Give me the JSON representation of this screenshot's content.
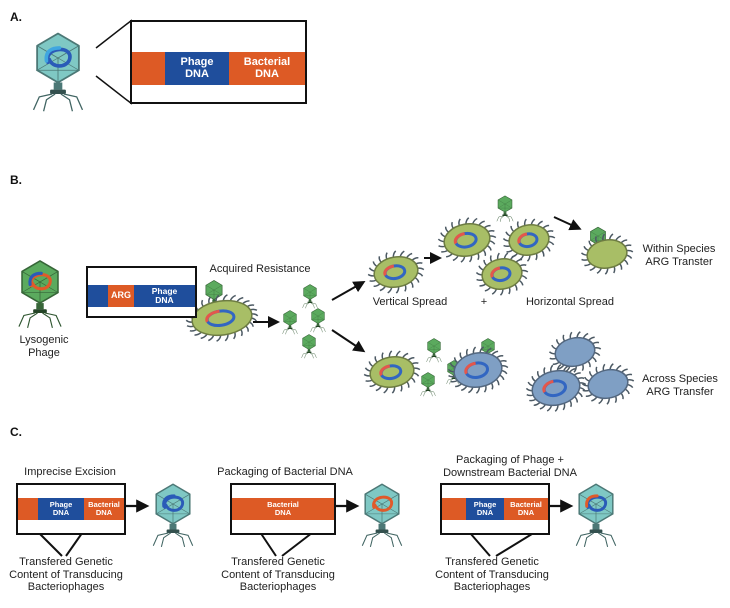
{
  "colors": {
    "orange": "#DD5A25",
    "blue": "#1F4E9C",
    "phage_teal": "#7FC8C4",
    "phage_green": "#5BAA5E",
    "bacteria_green": "#A8BE66",
    "bacteria_blue": "#7F9FC4"
  },
  "panel_a": {
    "label": "A.",
    "phage_label": "Phage\nDNA",
    "bacterial_label": "Bacterial\nDNA"
  },
  "panel_b": {
    "label": "B.",
    "lysogenic_phage": "Lysogenic\nPhage",
    "arg_label": "ARG",
    "phage_label": "Phage\nDNA",
    "acquired_resistance": "Acquired Resistance",
    "vertical_spread": "Vertical Spread",
    "plus": "+",
    "horizontal_spread": "Horizontal Spread",
    "within_species": "Within Species\nARG Transter",
    "across_species": "Across Species\nARG Transfer"
  },
  "panel_c": {
    "label": "C.",
    "title_1": "Imprecise Excision",
    "title_2": "Packaging of Bacterial DNA",
    "title_3": "Packaging of Phage +\nDownstream Bacterial DNA",
    "phage_label": "Phage\nDNA",
    "bacterial_label": "Bacterial\nDNA",
    "caption_1": "Transfered Genetic\nContent of Transducing\nBacteriophages",
    "caption_2": "Transfered Genetic\nContent of Transducing\nBacteriophages",
    "caption_3": "Transfered Genetic\nContent of Transducing\nBacteriophages"
  }
}
